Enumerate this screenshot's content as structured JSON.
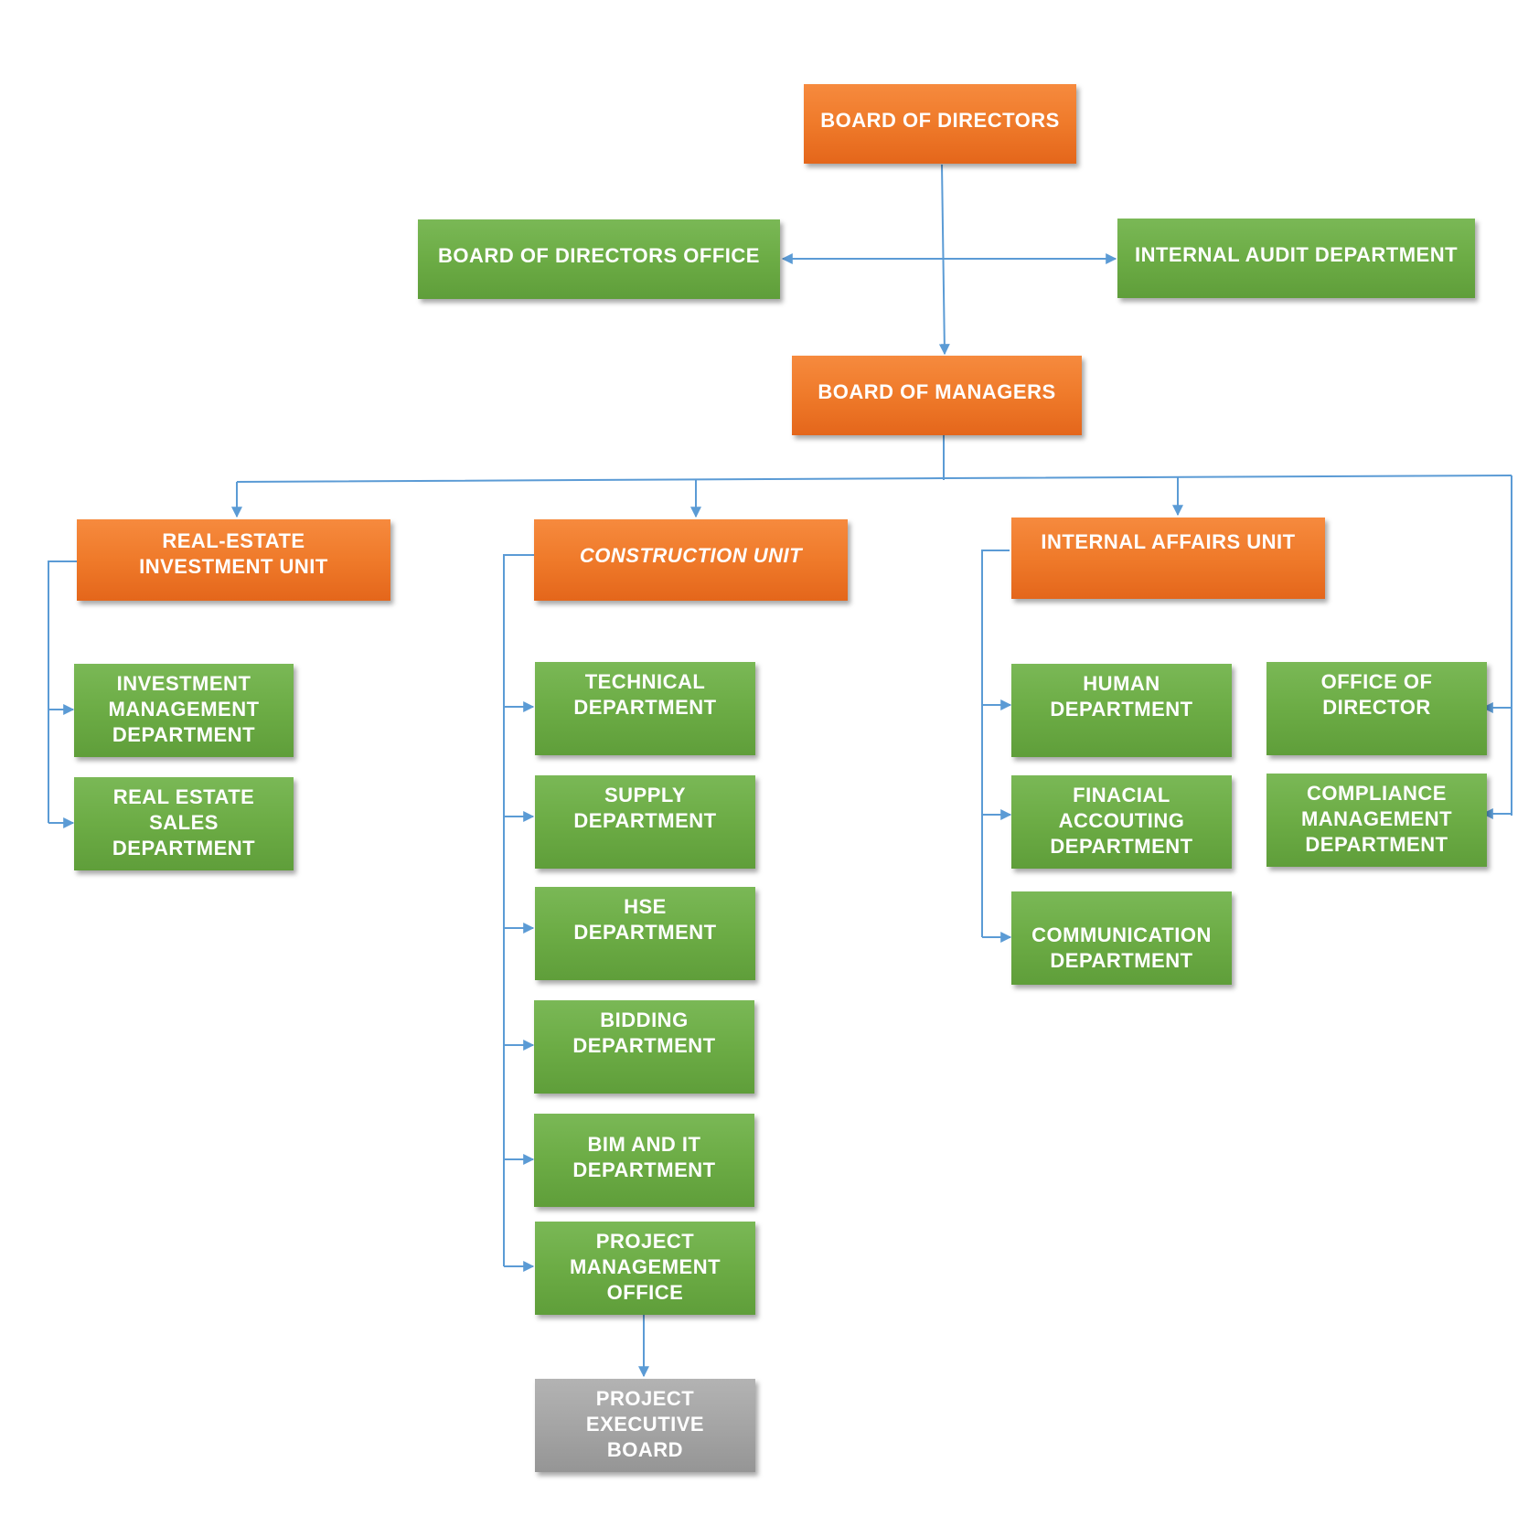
{
  "nodes": {
    "board_of_directors": "BOARD OF DIRECTORS",
    "board_of_directors_office": "BOARD OF DIRECTORS OFFICE",
    "internal_audit": "INTERNAL AUDIT DEPARTMENT",
    "board_of_managers": "BOARD OF MANAGERS",
    "real_estate_unit": "REAL-ESTATE\nINVESTMENT UNIT",
    "construction_unit": "CONSTRUCTION UNIT",
    "internal_affairs_unit": "INTERNAL AFFAIRS UNIT",
    "investment_management": "INVESTMENT\nMANAGEMENT\nDEPARTMENT",
    "real_estate_sales": "REAL ESTATE\nSALES\nDEPARTMENT",
    "technical": "TECHNICAL\nDEPARTMENT",
    "supply": "SUPPLY\nDEPARTMENT",
    "hse": "HSE\nDEPARTMENT",
    "bidding": "BIDDING\nDEPARTMENT",
    "bim_it": "BIM AND IT\nDEPARTMENT",
    "pmo": "PROJECT\nMANAGEMENT\nOFFICE",
    "project_executive_board": "PROJECT\nEXECUTIVE\nBOARD",
    "human": "HUMAN\nDEPARTMENT",
    "financial": "FINACIAL\nACCOUTING\nDEPARTMENT",
    "communication": "COMMUNICATION\nDEPARTMENT",
    "office_of_director": "OFFICE OF\nDIRECTOR",
    "compliance": "COMPLIANCE\nMANAGEMENT\nDEPARTMENT"
  },
  "colors": {
    "unit": "#ef7a2a",
    "department": "#6cac45",
    "executive": "#a5a5a5",
    "connector": "#5b9bd5"
  }
}
